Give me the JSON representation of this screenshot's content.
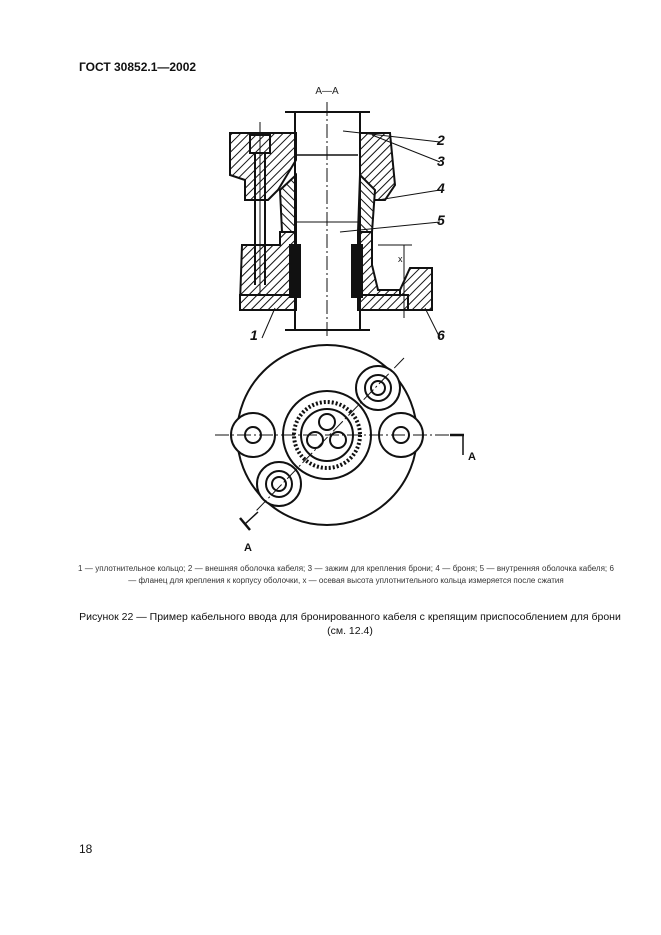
{
  "header": {
    "doc_id": "ГОСТ 30852.1—2002"
  },
  "figure": {
    "section_label": "А—А",
    "part_labels": [
      "1",
      "2",
      "3",
      "4",
      "5",
      "6"
    ],
    "dimension_label": "x",
    "view_marker": "А",
    "legend": "1 — уплотнительное кольцо; 2 — внешняя оболочка кабеля; 3 — зажим для крепления брони; 4 — броня; 5 — внутренняя оболочка кабеля; 6 — фланец для крепления к корпусу оболочки, x — осевая высота уплотнительного кольца измеряется после сжатия",
    "caption": "Рисунок 22 — Пример кабельного ввода для бронированного кабеля с крепящим приспособлением для брони (см. 12.4)"
  },
  "footer": {
    "page_number": "18"
  }
}
